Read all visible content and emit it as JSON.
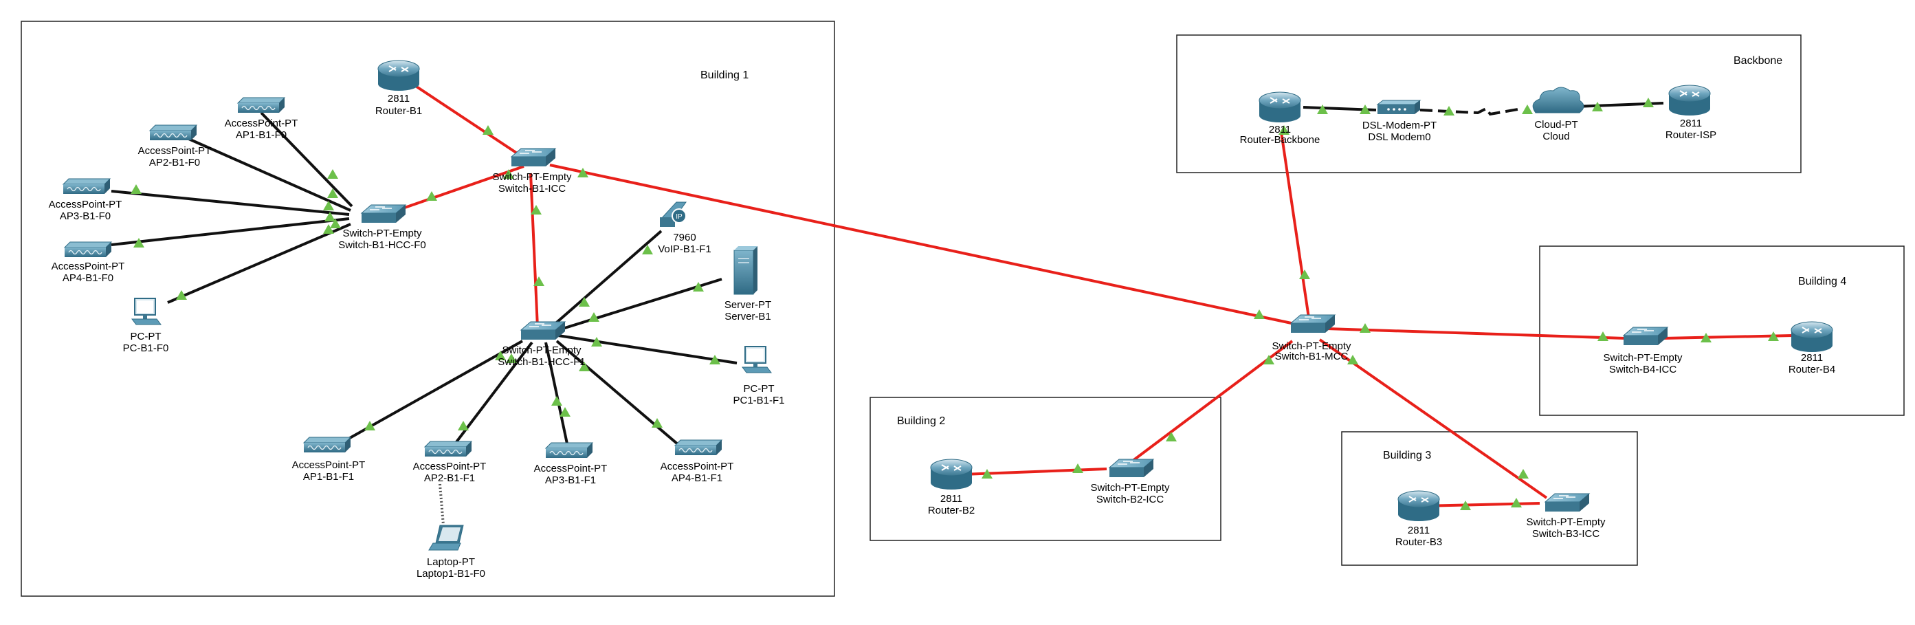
{
  "areas": {
    "building1": "Building 1",
    "building2": "Building 2",
    "building3": "Building 3",
    "building4": "Building 4",
    "backbone": "Backbone"
  },
  "devices": {
    "router_b1": {
      "model": "2811",
      "name": "Router-B1"
    },
    "switch_b1_icc": {
      "model": "Switch-PT-Empty",
      "name": "Switch-B1-ICC"
    },
    "switch_b1_hcc_f0": {
      "model": "Switch-PT-Empty",
      "name": "Switch-B1-HCC-F0"
    },
    "switch_b1_hcc_f1": {
      "model": "Switch-PT-Empty",
      "name": "Switch-B1-HCC-F1"
    },
    "ap1_b1_f0": {
      "model": "AccessPoint-PT",
      "name": "AP1-B1-F0"
    },
    "ap2_b1_f0": {
      "model": "AccessPoint-PT",
      "name": "AP2-B1-F0"
    },
    "ap3_b1_f0": {
      "model": "AccessPoint-PT",
      "name": "AP3-B1-F0"
    },
    "ap4_b1_f0": {
      "model": "AccessPoint-PT",
      "name": "AP4-B1-F0"
    },
    "pc_b1_f0": {
      "model": "PC-PT",
      "name": "PC-B1-F0"
    },
    "voip_b1_f1": {
      "model": "7960",
      "name": "VoIP-B1-F1"
    },
    "server_b1": {
      "model": "Server-PT",
      "name": "Server-B1"
    },
    "pc1_b1_f1": {
      "model": "PC-PT",
      "name": "PC1-B1-F1"
    },
    "ap1_b1_f1": {
      "model": "AccessPoint-PT",
      "name": "AP1-B1-F1"
    },
    "ap2_b1_f1": {
      "model": "AccessPoint-PT",
      "name": "AP2-B1-F1"
    },
    "ap3_b1_f1": {
      "model": "AccessPoint-PT",
      "name": "AP3-B1-F1"
    },
    "ap4_b1_f1": {
      "model": "AccessPoint-PT",
      "name": "AP4-B1-F1"
    },
    "laptop1_b1_f0": {
      "model": "Laptop-PT",
      "name": "Laptop1-B1-F0"
    },
    "router_backbone": {
      "model": "2811",
      "name": "Router-Backbone"
    },
    "dsl_modem0": {
      "model": "DSL-Modem-PT",
      "name": "DSL Modem0"
    },
    "cloud": {
      "model": "Cloud-PT",
      "name": "Cloud"
    },
    "router_isp": {
      "model": "2811",
      "name": "Router-ISP"
    },
    "switch_b1_mcc": {
      "model": "Switch-PT-Empty",
      "name": "Switch-B1-MCC"
    },
    "switch_b4_icc": {
      "model": "Switch-PT-Empty",
      "name": "Switch-B4-ICC"
    },
    "router_b4": {
      "model": "2811",
      "name": "Router-B4"
    },
    "router_b2": {
      "model": "2811",
      "name": "Router-B2"
    },
    "switch_b2_icc": {
      "model": "Switch-PT-Empty",
      "name": "Switch-B2-ICC"
    },
    "router_b3": {
      "model": "2811",
      "name": "Router-B3"
    },
    "switch_b3_icc": {
      "model": "Switch-PT-Empty",
      "name": "Switch-B3-ICC"
    }
  },
  "colors": {
    "link_up": "#e8201a",
    "link_access": "#111111",
    "port_up": "#6cc04a",
    "device": "#4a8ba8"
  }
}
